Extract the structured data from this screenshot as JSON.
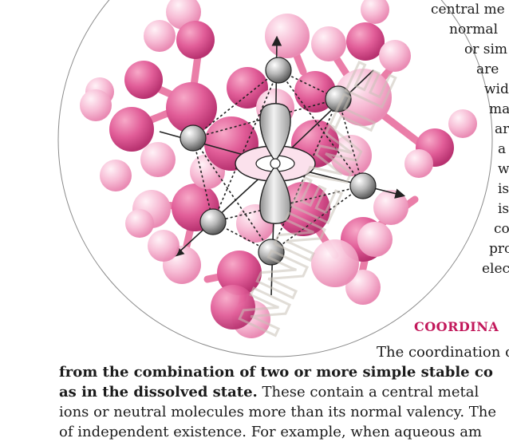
{
  "side_text": {
    "lines": [
      "central me",
      "normal",
      "or sim",
      "are",
      "wid",
      "ma",
      "ar",
      "a",
      "w",
      "is",
      "is",
      "co",
      "pro",
      "elec"
    ]
  },
  "heading": "COORDINA",
  "paragraph": {
    "line1": "The coordination c",
    "line2_bold": "from the combination of two or more simple stable co",
    "line3_bold": "as in the dissolved state.",
    "line3_rest": " These contain a central metal",
    "line4": "ions or neutral molecules more than its normal valency. The",
    "line5": "of independent existence. For example, when aqueous am"
  },
  "watermark": "NNNEWTE",
  "colors": {
    "heading": "#c2185b",
    "atom_light": "#f6b8d3",
    "atom_dark": "#e0609a",
    "orbital": "#d8d8d8"
  }
}
